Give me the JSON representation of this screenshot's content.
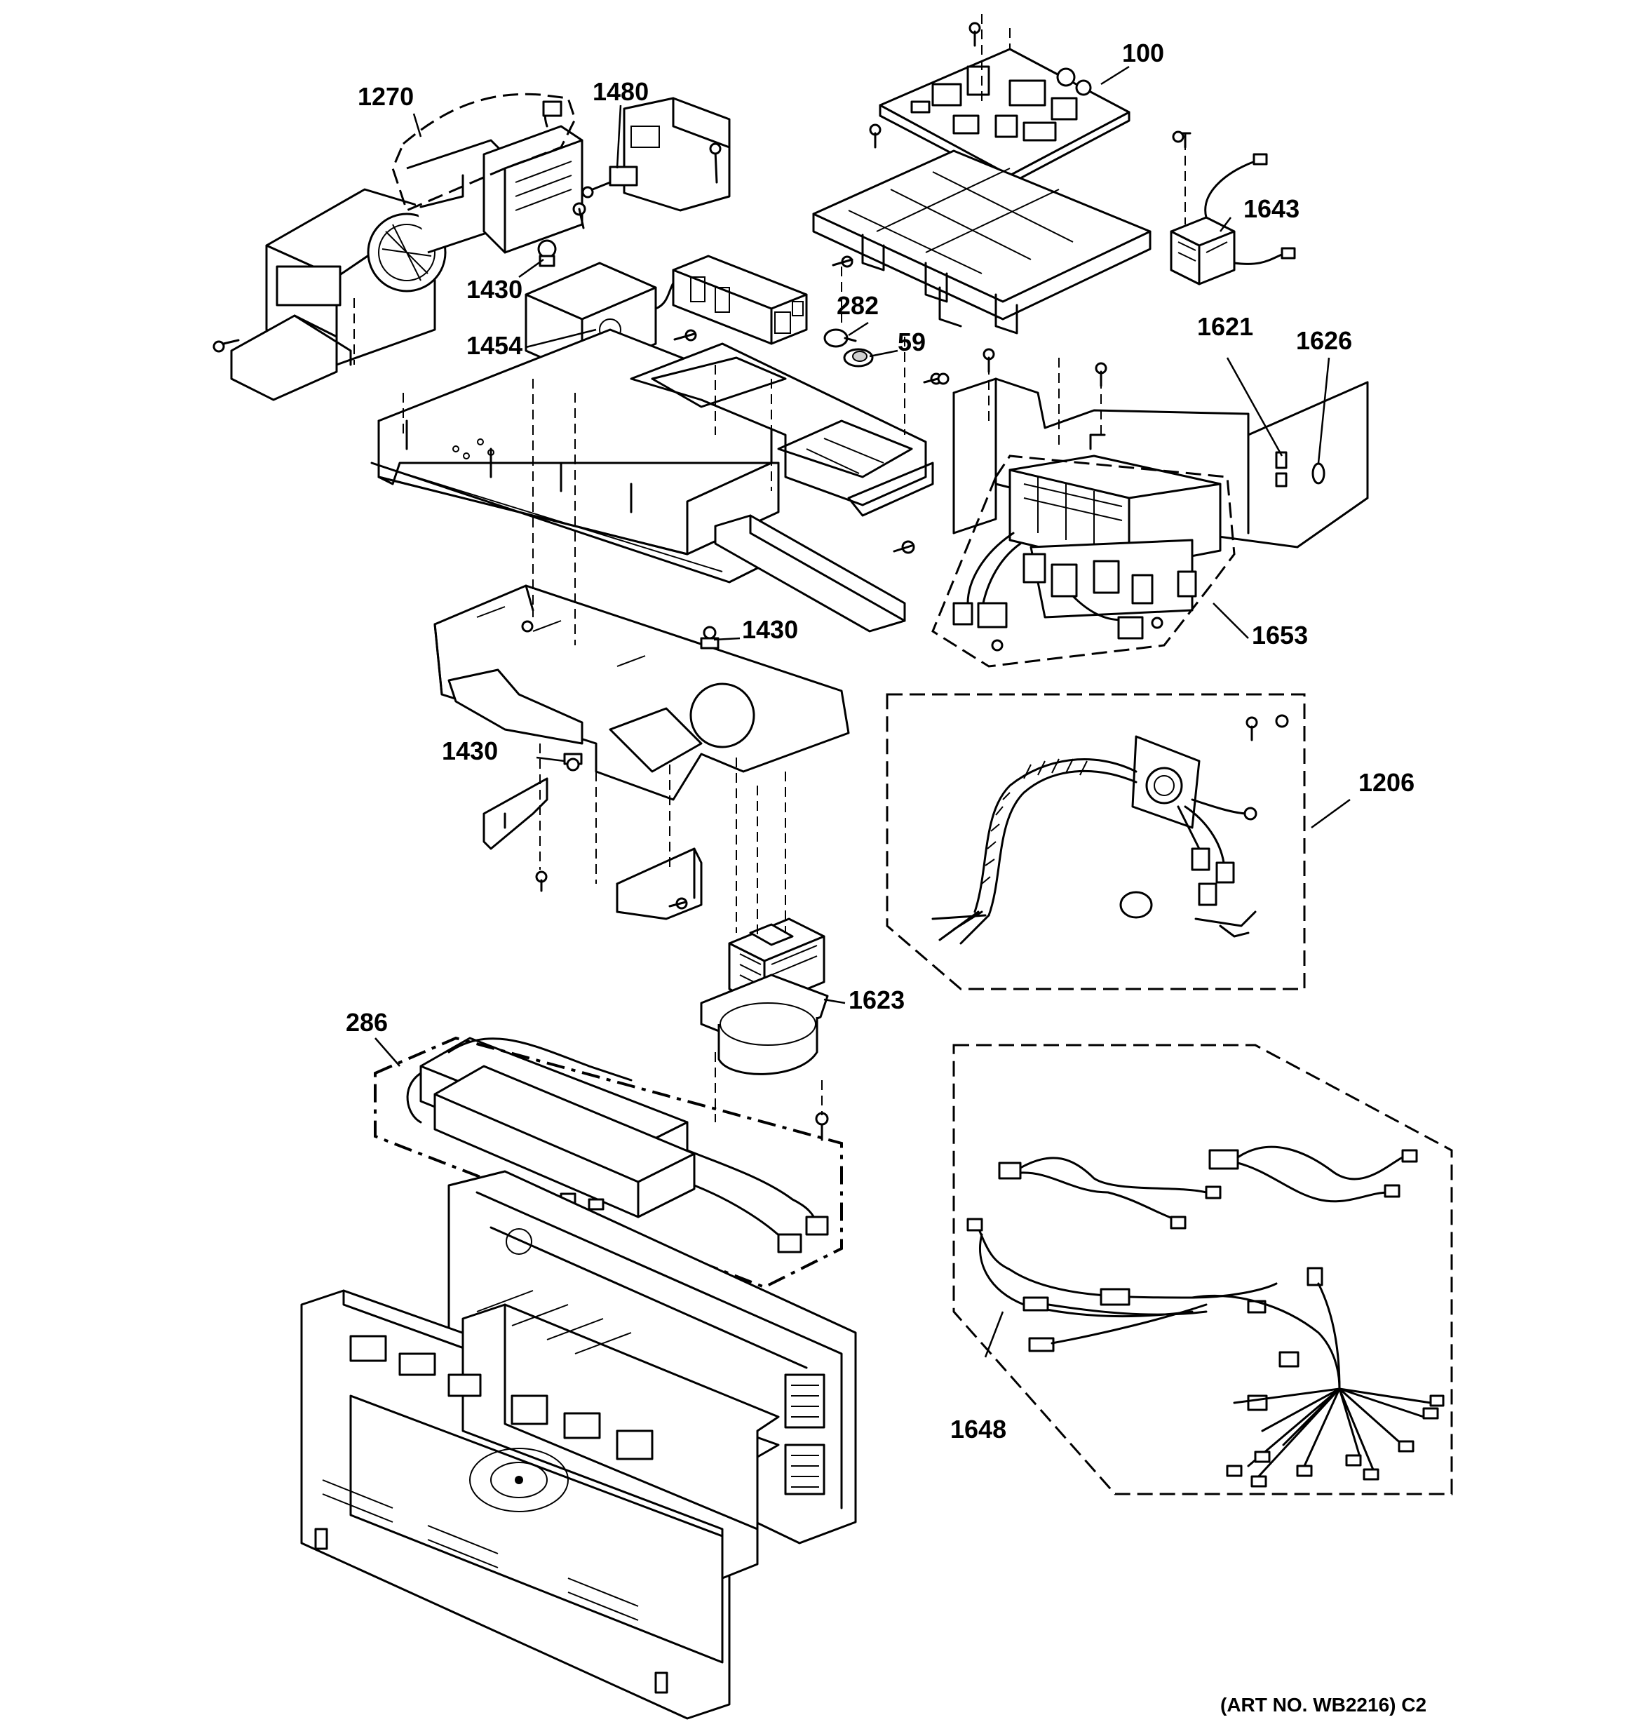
{
  "diagram": {
    "part_labels": {
      "p100": "100",
      "p1270": "1270",
      "p1480": "1480",
      "p1643": "1643",
      "p1430_top": "1430",
      "p282": "282",
      "p59": "59",
      "p1454": "1454",
      "p1621": "1621",
      "p1626": "1626",
      "p1653": "1653",
      "p1430_mid": "1430",
      "p1430_low": "1430",
      "p1206": "1206",
      "p1623": "1623",
      "p286": "286",
      "p1648": "1648"
    },
    "art_number": "(ART NO. WB2216) C2"
  }
}
